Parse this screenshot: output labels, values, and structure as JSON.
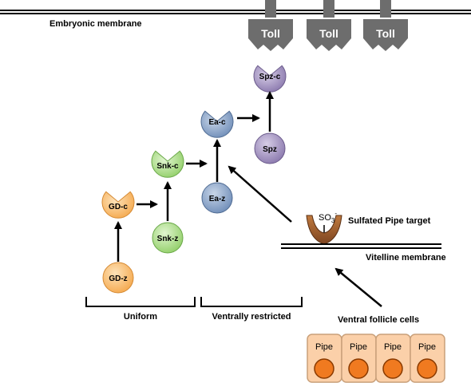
{
  "labels": {
    "embryonic_membrane": "Embryonic membrane",
    "sulfated_pipe_target": "Sulfated Pipe target",
    "vitelline_membrane": "Vitelline membrane",
    "ventral_follicle_cells": "Ventral follicle cells",
    "uniform": "Uniform",
    "ventrally_restricted": "Ventrally restricted"
  },
  "so3": {
    "base": "SO",
    "sub": "3",
    "sup": "-"
  },
  "receptors": [
    "Toll",
    "Toll",
    "Toll"
  ],
  "nodes": {
    "gd_z": "GD-z",
    "gd_c": "GD-c",
    "snk_z": "Snk-z",
    "snk_c": "Snk-c",
    "ea_z": "Ea-z",
    "ea_c": "Ea-c",
    "spz": "Spz",
    "spz_c": "Spz-c"
  },
  "pipe_cells": [
    "Pipe",
    "Pipe",
    "Pipe",
    "Pipe"
  ],
  "colors": {
    "gd": "#f9c17a",
    "snk": "#b6e395",
    "ea": "#8fa7c8",
    "spz": "#a596bf",
    "toll": "#6d6d6d",
    "pipe_target": "#a0602e",
    "cell_fill": "#fbd0a9",
    "cell_border": "#c9a07a",
    "nucleus": "#f07a20"
  }
}
